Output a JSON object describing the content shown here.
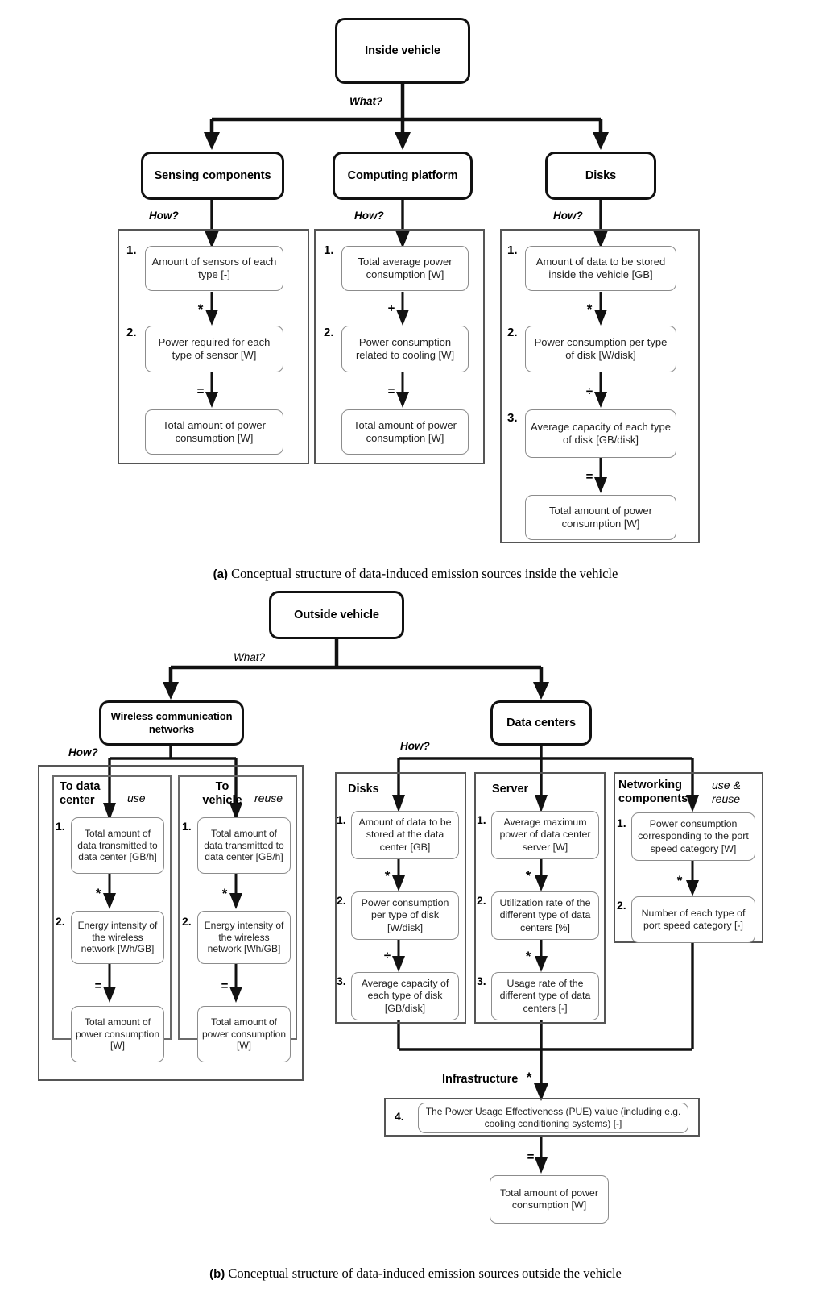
{
  "figure_a": {
    "root": "Inside vehicle",
    "what_label": "What?",
    "how_label": "How?",
    "branches": [
      {
        "title": "Sensing components",
        "steps": [
          {
            "num": "1.",
            "text": "Amount of sensors of each type [-]"
          },
          {
            "num": "2.",
            "text": "Power required for each type of sensor [W]"
          }
        ],
        "operators": [
          "*",
          "="
        ],
        "result": "Total amount of power consumption [W]"
      },
      {
        "title": "Computing platform",
        "steps": [
          {
            "num": "1.",
            "text": "Total average power consumption [W]"
          },
          {
            "num": "2.",
            "text": "Power consumption related to cooling [W]"
          }
        ],
        "operators": [
          "+",
          "="
        ],
        "result": "Total amount of power consumption [W]"
      },
      {
        "title": "Disks",
        "steps": [
          {
            "num": "1.",
            "text": "Amount of data to be stored inside the vehicle [GB]"
          },
          {
            "num": "2.",
            "text": "Power consumption per type of disk [W/disk]"
          },
          {
            "num": "3.",
            "text": "Average capacity of each type of disk [GB/disk]"
          }
        ],
        "operators": [
          "*",
          "÷",
          "="
        ],
        "result": "Total amount of power consumption [W]"
      }
    ],
    "caption_tag": "(a)",
    "caption_text": "Conceptual structure of data-induced emission sources inside the vehicle"
  },
  "figure_b": {
    "root": "Outside vehicle",
    "what_label": "What?",
    "how_label": "How?",
    "wireless": {
      "title": "Wireless communication networks",
      "columns": [
        {
          "head_line1": "To data",
          "head_line2": "center",
          "mode": "use",
          "steps": [
            {
              "num": "1.",
              "text": "Total amount of data transmitted to data center [GB/h]"
            },
            {
              "num": "2.",
              "text": "Energy intensity of the wireless network [Wh/GB]"
            }
          ],
          "operators": [
            "*",
            "="
          ],
          "result": "Total amount of power consumption [W]"
        },
        {
          "head_line1": "To",
          "head_line2": "vehicle",
          "mode": "reuse",
          "steps": [
            {
              "num": "1.",
              "text": "Total amount of data transmitted to data center [GB/h]"
            },
            {
              "num": "2.",
              "text": "Energy intensity of the wireless network [Wh/GB]"
            }
          ],
          "operators": [
            "*",
            "="
          ],
          "result": "Total amount of power consumption [W]"
        }
      ]
    },
    "datacenters": {
      "title": "Data centers",
      "columns": [
        {
          "head_line1": "Disks",
          "head_line2": "",
          "mode": "",
          "steps": [
            {
              "num": "1.",
              "text": "Amount of data to be stored at the data center [GB]"
            },
            {
              "num": "2.",
              "text": "Power consumption per type of disk [W/disk]"
            },
            {
              "num": "3.",
              "text": "Average capacity of each type of disk [GB/disk]"
            }
          ],
          "operators": [
            "*",
            "÷"
          ]
        },
        {
          "head_line1": "Server",
          "head_line2": "",
          "mode": "",
          "steps": [
            {
              "num": "1.",
              "text": "Average maximum power of data center server [W]"
            },
            {
              "num": "2.",
              "text": "Utilization rate of the different type of data centers [%]"
            },
            {
              "num": "3.",
              "text": "Usage rate of the different type of data centers [-]"
            }
          ],
          "operators": [
            "*",
            "*"
          ]
        },
        {
          "head_line1": "Networking",
          "head_line2": "components",
          "mode": "use & reuse",
          "steps": [
            {
              "num": "1.",
              "text": "Power consumption corresponding to the port speed category [W]"
            },
            {
              "num": "2.",
              "text": "Number of each type of port speed category [-]"
            }
          ],
          "operators": [
            "*"
          ]
        }
      ],
      "infrastructure": {
        "label": "Infrastructure",
        "join_operator": "*",
        "num": "4.",
        "text": "The Power Usage Effectiveness (PUE) value (including e.g. cooling conditioning systems) [-]",
        "final_operator": "=",
        "result": "Total amount of power consumption [W]"
      }
    },
    "caption_tag": "(b)",
    "caption_text": "Conceptual structure of data-induced emission sources outside the vehicle"
  }
}
